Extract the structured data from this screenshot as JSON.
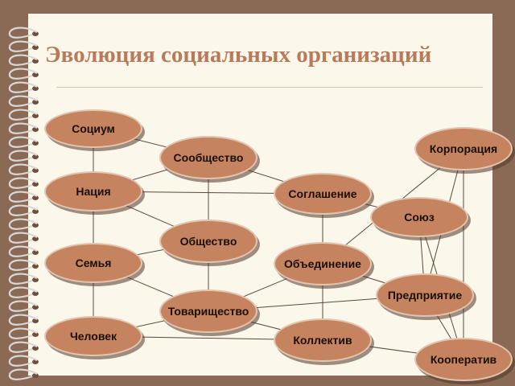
{
  "title": "Эволюция социальных организаций",
  "nodes": {
    "socium": {
      "line1": "Социум",
      "line2": ""
    },
    "natsiya": {
      "line1": "Нация",
      "line2": ""
    },
    "semya": {
      "line1": "Семья",
      "line2": ""
    },
    "chelovek": {
      "line1": "Человек",
      "line2": ""
    },
    "soobshchestvo": {
      "line1": "Сообщес",
      "line2": "тво"
    },
    "obshchestvo": {
      "line1": "Обществ",
      "line2": "о"
    },
    "tovarishchestvo": {
      "line1": "Товарищ",
      "line2": "ество"
    },
    "soglashenie": {
      "line1": "Соглаше",
      "line2": "ние"
    },
    "obedinenie": {
      "line1": "Объедин",
      "line2": "ение"
    },
    "kollektiv": {
      "line1": "Коллекти",
      "line2": "в"
    },
    "korporatsiya": {
      "line1": "Корпора",
      "line2": "ция"
    },
    "soyuz": {
      "line1": "Союз",
      "line2": ""
    },
    "predpriyatie": {
      "line1": "Предпри",
      "line2": "ятие"
    },
    "kooperativ": {
      "line1": "Кооперат",
      "line2": "ив"
    }
  },
  "colors": {
    "node_fill": "#c5845f",
    "node_border": "#e3c4ae",
    "line": "#5a4a3c",
    "title": "#b97a5b",
    "frame": "#8a6a55",
    "paper": "#fbf7ea"
  }
}
